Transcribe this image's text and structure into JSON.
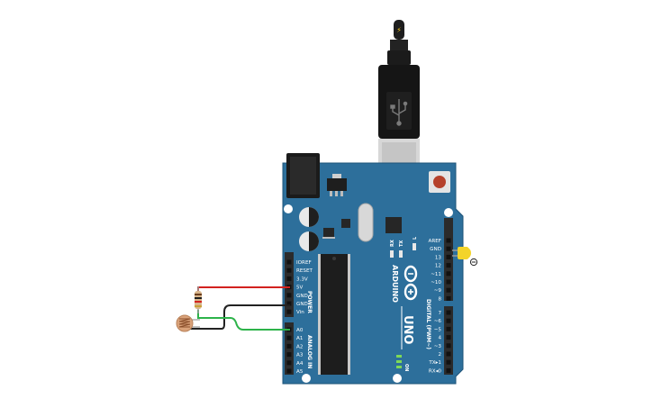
{
  "canvas": {
    "background": "#ffffff"
  },
  "board": {
    "name": "Arduino Uno",
    "brand_text": "ARDUINO",
    "model_text": "UNO",
    "on_label": "ON",
    "power_label": "POWER",
    "analog_label": "ANALOG IN",
    "digital_label": "DIGITAL (PWM~)",
    "power_pins": [
      "IOREF",
      "RESET",
      "3.3V",
      "5V",
      "GND",
      "GND",
      "Vin"
    ],
    "analog_pins": [
      "A0",
      "A1",
      "A2",
      "A3",
      "A4",
      "A5"
    ],
    "digital_upper": [
      "AREF",
      "GND",
      "13",
      "12",
      "~11",
      "~10",
      "~9",
      "8"
    ],
    "digital_lower": [
      "7",
      "~6",
      "~5",
      "4",
      "~3",
      "2",
      "TX▸1",
      "RX◂0"
    ],
    "led_labels": [
      "L",
      "TX",
      "RX"
    ],
    "colors": {
      "pcb": "#2d6f9b",
      "pcb_edge": "#1f5479",
      "header": "#2b2b2b",
      "chip": "#222222"
    }
  },
  "components": {
    "usb_cable": {
      "name": "usb-cable",
      "icon": "usb-icon",
      "bolt_icon": "lightning-icon"
    },
    "reset_button": {
      "name": "reset-button",
      "color": "#b5412b"
    },
    "led": {
      "name": "yellow-led",
      "color": "#f3d42a",
      "minus_symbol": "⊖"
    },
    "resistor": {
      "name": "resistor",
      "color": "#d7b48a"
    },
    "photoresistor": {
      "name": "photoresistor",
      "color": "#d9a27a"
    }
  },
  "wires": [
    {
      "name": "wire-5v",
      "color": "#d3221f"
    },
    {
      "name": "wire-gnd",
      "color": "#222222"
    },
    {
      "name": "wire-a0",
      "color": "#2db34a"
    }
  ]
}
